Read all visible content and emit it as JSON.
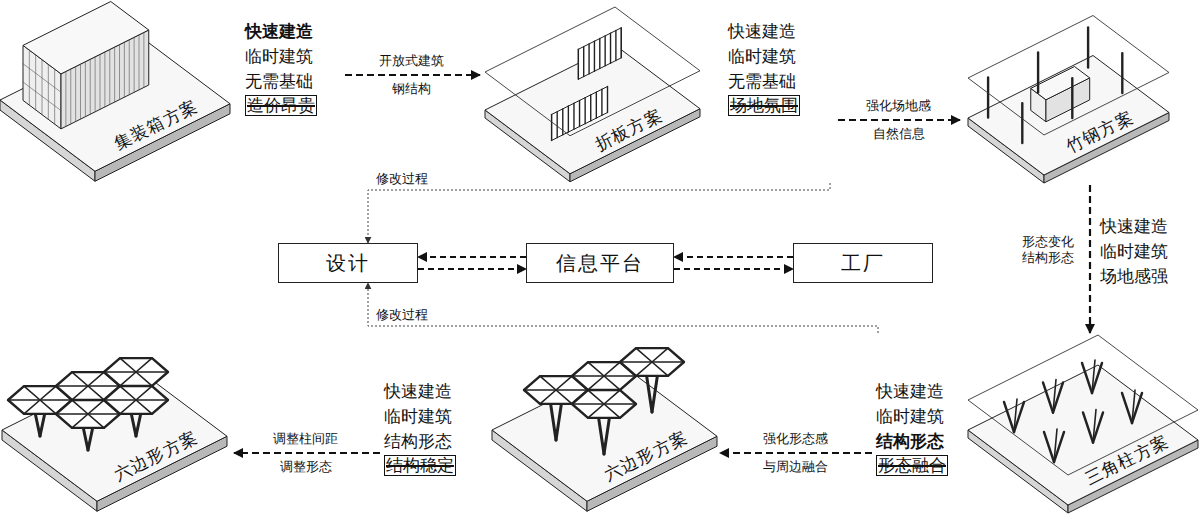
{
  "diagram": {
    "nodes": [
      {
        "text": [
          "集装箱方案",
          "快速建造",
          "临时建筑",
          "无需基础",
          "造价昂贵"
        ]
      },
      {
        "text": [
          "折板方案",
          "快速建造",
          "临时建筑",
          "无需基础",
          "场地氛围"
        ]
      },
      {
        "text": [
          "竹钢方案"
        ]
      },
      {
        "text": [
          "设计"
        ]
      },
      {
        "text": [
          "信息平台"
        ]
      },
      {
        "text": [
          "工厂"
        ]
      },
      {
        "text": [
          "六边形方案"
        ]
      },
      {
        "text": [
          "六边形方案",
          "快速建造",
          "临时建筑",
          "结构形态",
          "结构稳定"
        ]
      },
      {
        "text": [
          "三角柱方案",
          "快速建造",
          "临时建筑",
          "结构形态",
          "形态融合"
        ]
      }
    ],
    "edges": [
      {
        "from": 0,
        "to": 1,
        "label": "开放式建筑 钢结构",
        "arrow": "to"
      },
      {
        "from": 1,
        "to": 2,
        "label": "强化场地感 自然信息",
        "arrow": "to"
      },
      {
        "from": 2,
        "to": 8,
        "label": "形态变化 结构形态",
        "arrow": "to"
      },
      {
        "from": 8,
        "to": 7,
        "label": "强化形态感 与周边融合",
        "arrow": "to"
      },
      {
        "from": 7,
        "to": 6,
        "label": "调整柱间距 调整形态",
        "arrow": "to"
      },
      {
        "from": 1,
        "to": 3,
        "label": "修改过程",
        "arrow": "to"
      },
      {
        "from": 8,
        "to": 3,
        "label": "修改过程",
        "arrow": "to"
      },
      {
        "from": 3,
        "to": 4,
        "arrow": "to"
      },
      {
        "from": 4,
        "to": 3,
        "arrow": "to"
      },
      {
        "from": 5,
        "to": 4,
        "arrow": "to"
      },
      {
        "from": 4,
        "to": 5,
        "arrow": "to"
      }
    ],
    "labels": [
      "快速建造",
      "临时建筑",
      "场地感强"
    ]
  }
}
